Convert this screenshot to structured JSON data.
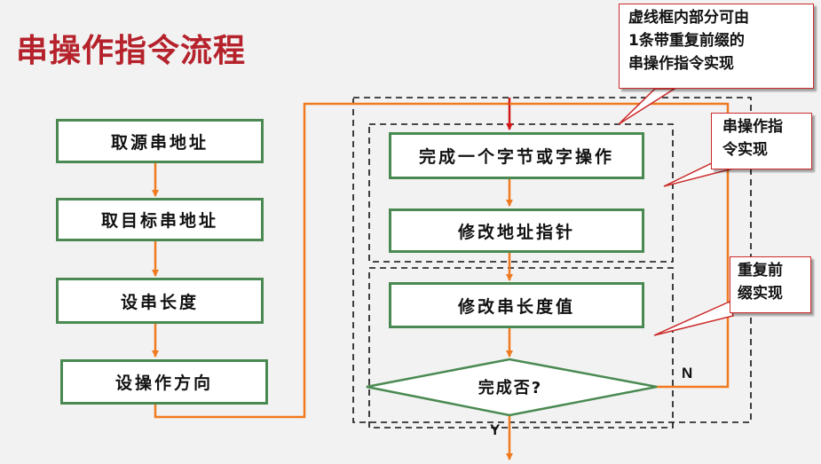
{
  "title": "串操作指令流程",
  "left_steps": [
    "取源串地址",
    "取目标串地址",
    "设串长度",
    "设操作方向"
  ],
  "inner_steps": [
    "完成一个字节或字操作",
    "修改地址指针",
    "修改串长度值"
  ],
  "decision": "完成否?",
  "labels": {
    "no": "N",
    "yes": "Y"
  },
  "callouts": {
    "dashed_region": [
      "虚线框内部分可由",
      "1条带重复前缀的",
      "串操作指令实现"
    ],
    "string_instruction": [
      "串操作指",
      "令实现"
    ],
    "repeat_prefix": [
      "重复前",
      "缀实现"
    ]
  },
  "colors": {
    "title": "#b5222b",
    "box_border": "#4a8a52",
    "arrow": "#f07a1f",
    "callout_border": "#cc2a2a"
  }
}
